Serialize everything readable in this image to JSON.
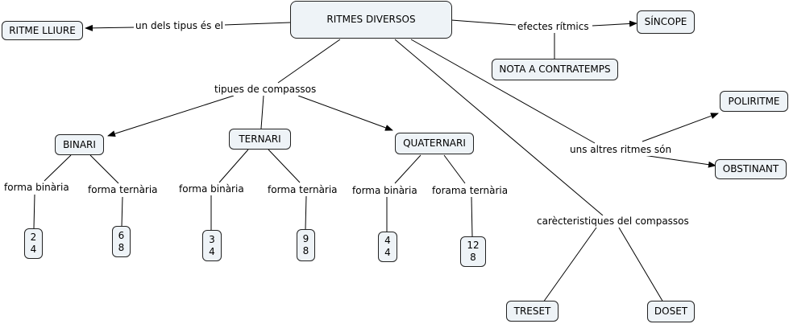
{
  "concepts": {
    "root": "RITMES DIVERSOS",
    "lliure": "RITME LLIURE",
    "sincope": "SÍNCOPE",
    "contratemps": "NOTA A CONTRATEMPS",
    "poliritme": "POLIRITME",
    "obstinant": "OBSTINANT",
    "binari": "BINARI",
    "ternari": "TERNARI",
    "quaternari": "QUATERNARI",
    "treset": "TRESET",
    "doset": "DOSET",
    "m24": "2\n4",
    "m68": "6\n8",
    "m34": "3\n4",
    "m98": "9\n8",
    "m44": "4\n4",
    "m128": "12\n8"
  },
  "links": {
    "tipus": "un dels tipus és el",
    "efectes": "efectes rítmics",
    "compassos": "tipues de compassos",
    "altres": "uns altres ritmes són",
    "caract": "carècteristiques del compassos",
    "bin_binaria": "forma binària",
    "bin_ternaria": "forma ternària",
    "ter_binaria": "forma binària",
    "ter_ternaria": "forma ternària",
    "qua_binaria": "forma binària",
    "qua_ternaria": "forama ternària"
  }
}
